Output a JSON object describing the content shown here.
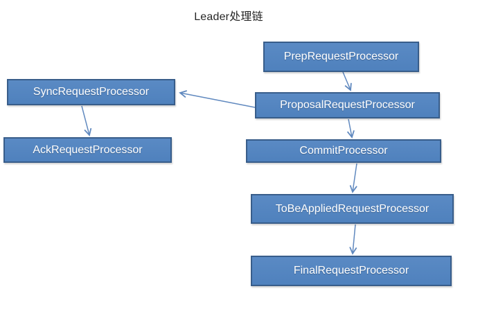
{
  "title": "Leader处理链",
  "colors": {
    "background": "#ffffff",
    "node_fill": "#4f81bd",
    "node_fill_top": "#5a8ac4",
    "node_border": "#385d8a",
    "node_text": "#ffffff",
    "arrow": "#6089bf",
    "title_text": "#262626"
  },
  "nodes": [
    {
      "id": "prep",
      "label": "PrepRequestProcessor"
    },
    {
      "id": "sync",
      "label": "SyncRequestProcessor"
    },
    {
      "id": "proposal",
      "label": "ProposalRequestProcessor"
    },
    {
      "id": "ack",
      "label": "AckRequestProcessor"
    },
    {
      "id": "commit",
      "label": "CommitProcessor"
    },
    {
      "id": "tobeapplied",
      "label": "ToBeAppliedRequestProcessor"
    },
    {
      "id": "final",
      "label": "FinalRequestProcessor"
    }
  ],
  "edges": [
    {
      "from": "PrepRequestProcessor",
      "to": "ProposalRequestProcessor"
    },
    {
      "from": "ProposalRequestProcessor",
      "to": "SyncRequestProcessor"
    },
    {
      "from": "SyncRequestProcessor",
      "to": "AckRequestProcessor"
    },
    {
      "from": "ProposalRequestProcessor",
      "to": "CommitProcessor"
    },
    {
      "from": "CommitProcessor",
      "to": "ToBeAppliedRequestProcessor"
    },
    {
      "from": "ToBeAppliedRequestProcessor",
      "to": "FinalRequestProcessor"
    }
  ]
}
